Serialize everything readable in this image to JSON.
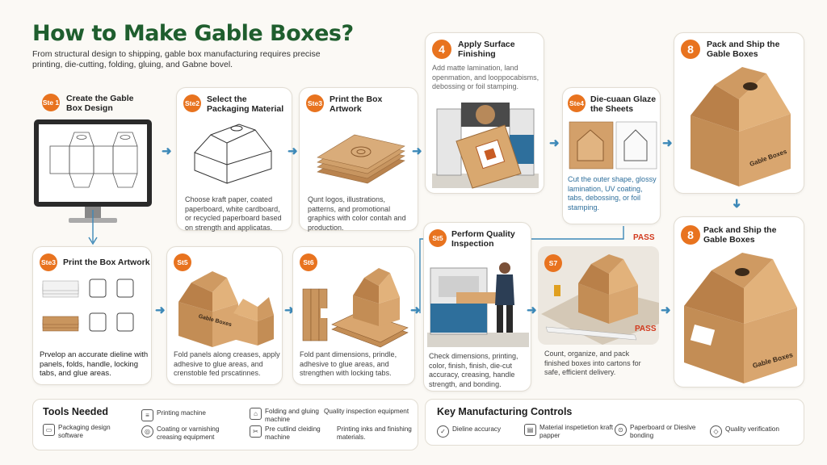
{
  "header": {
    "title": "How to Make Gable Boxes?",
    "subtitle": "From structural design to shipping, gable box manufacturing requires precise printing, die-cutting, folding, gluing, and Gabne bovel."
  },
  "steps": [
    {
      "badge": "Ste 1",
      "title": "Create the Gable Box Design",
      "desc": ""
    },
    {
      "badge": "Ste2",
      "title": "Select the Packaging Material",
      "desc": "Choose kraft paper, coated paperboard, white cardboard, or recycled paperboard based on strength and applicatas."
    },
    {
      "badge": "Ste3",
      "title": "Print the Box Artwork",
      "desc": "Qunt logos, illustrations, patterns, and promotional graphics with color contah and production."
    },
    {
      "badge": "4",
      "title": "Apply Surface Finishing",
      "desc": "Add matte lamination, land openmation, and looppocabisms, debossing or foil stamping."
    },
    {
      "badge": "Ste4",
      "title": "Die-cuaan Glaze the Sheets",
      "desc": "Cut the outer shape, glossy lamination, UV coating, tabs, debossing, or foil stamping."
    },
    {
      "badge": "8",
      "title": "Pack and Ship the Gable Boxes",
      "desc": ""
    },
    {
      "badge": "Ste3",
      "title": "Print the Box Artwork",
      "desc": "Prvelop an accurate dieline with panels, folds, handle, locking tabs, and glue areas."
    },
    {
      "badge": "St5",
      "title": "",
      "desc": "Fold panels along creases, apply adhesive to glue areas, and crenstoble fed prscatinnes."
    },
    {
      "badge": "St6",
      "title": "",
      "desc": "Fold pant dimensions, prindle, adhesive to glue areas, and strengthen with locking tabs."
    },
    {
      "badge": "St5",
      "title": "Perform Quality Inspection",
      "desc": "Check dimensions, printing, color, finish, finish, die-cut accuracy, creasing, handle strength, and bonding."
    },
    {
      "badge": "S7",
      "title": "",
      "desc": "Count, organize, and pack finished boxes into cartons for safe, efficient delivery."
    },
    {
      "badge": "8",
      "title": "Pack and Ship the Gable Boxes",
      "desc": ""
    }
  ],
  "labels": {
    "pass1": "PASS",
    "pass2": "PASS",
    "box_print1": "Gable Boxes",
    "box_print2": "Gable Boxes",
    "box_print3": "Gable Boxes"
  },
  "tools": {
    "title": "Tools Needed",
    "items": [
      {
        "label": "Packaging design software",
        "icon": "laptop-icon"
      },
      {
        "label": "Printing machine",
        "icon": "printer-icon"
      },
      {
        "label": "Folding and gluing machine",
        "icon": "fold-icon"
      },
      {
        "label": "Quality inspection equipment",
        "icon": "magnifier-icon"
      },
      {
        "label": "Coating or varnishing creasing equipment",
        "icon": "roller-icon"
      },
      {
        "label": "Pre cutlind cleiding machine",
        "icon": "cutter-icon"
      },
      {
        "label": "Printing inks and finishing materials.",
        "icon": "ink-icon"
      }
    ]
  },
  "controls": {
    "title": "Key Manufacturing Controls",
    "items": [
      {
        "label": "Dieline accuracy",
        "icon": "check-icon"
      },
      {
        "label": "Material inspetietion kraft papper",
        "icon": "document-icon"
      },
      {
        "label": "Paperboard or Dieslve bonding",
        "icon": "bond-icon"
      },
      {
        "label": "Quality verification",
        "icon": "shield-check-icon"
      }
    ]
  },
  "colors": {
    "accent": "#e8731f",
    "title": "#1f5e2e",
    "arrow": "#3d89b8",
    "pass": "#d23a1e",
    "kraft": "#c9955e"
  }
}
